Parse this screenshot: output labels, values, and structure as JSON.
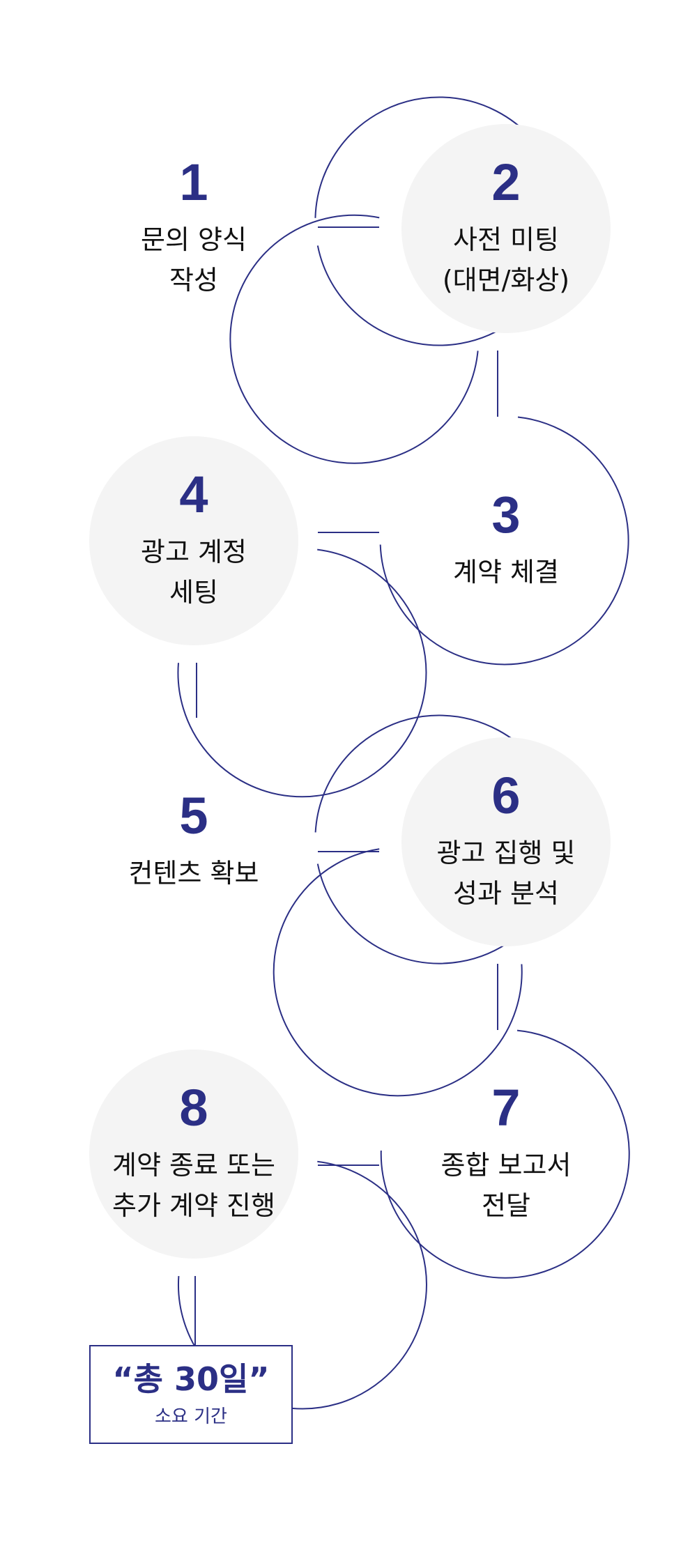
{
  "colors": {
    "accent": "#2b2f85",
    "shade": "#f4f4f4",
    "text": "#111111"
  },
  "steps": [
    {
      "number": "1",
      "label": "문의 양식\n작성",
      "shaded": false
    },
    {
      "number": "2",
      "label": "사전 미팅\n(대면/화상)",
      "shaded": true
    },
    {
      "number": "3",
      "label": "계약 체결",
      "shaded": false
    },
    {
      "number": "4",
      "label": "광고 계정\n세팅",
      "shaded": true
    },
    {
      "number": "5",
      "label": "컨텐츠 확보",
      "shaded": false
    },
    {
      "number": "6",
      "label": "광고 집행 및\n성과 분석",
      "shaded": true
    },
    {
      "number": "7",
      "label": "종합 보고서\n전달",
      "shaded": false
    },
    {
      "number": "8",
      "label": "계약 종료 또는\n추가 계약 진행",
      "shaded": true
    }
  ],
  "summary": {
    "title": "“총 30일”",
    "subtitle": "소요 기간"
  }
}
